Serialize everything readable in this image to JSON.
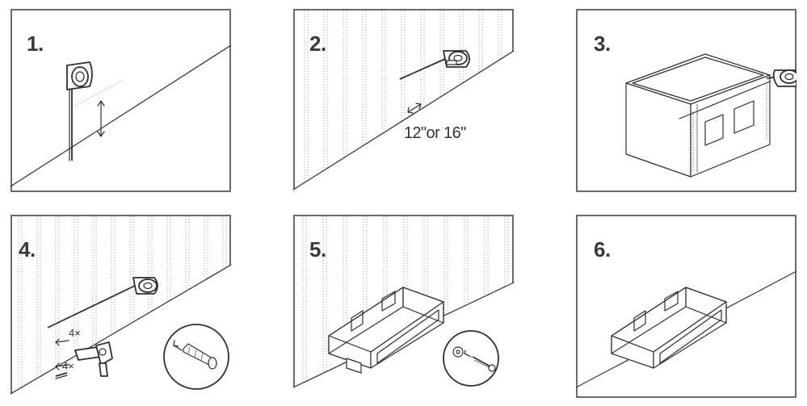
{
  "steps": [
    {
      "number": "1."
    },
    {
      "number": "2.",
      "spacing_label": "12\"or 16\""
    },
    {
      "number": "3."
    },
    {
      "number": "4.",
      "qty_label_a": "4×",
      "qty_label_b": "4×"
    },
    {
      "number": "5."
    },
    {
      "number": "6."
    }
  ],
  "colors": {
    "frame": "#6b6b6b",
    "line": "#2f2f2f",
    "stud": "#8a8a8a"
  }
}
